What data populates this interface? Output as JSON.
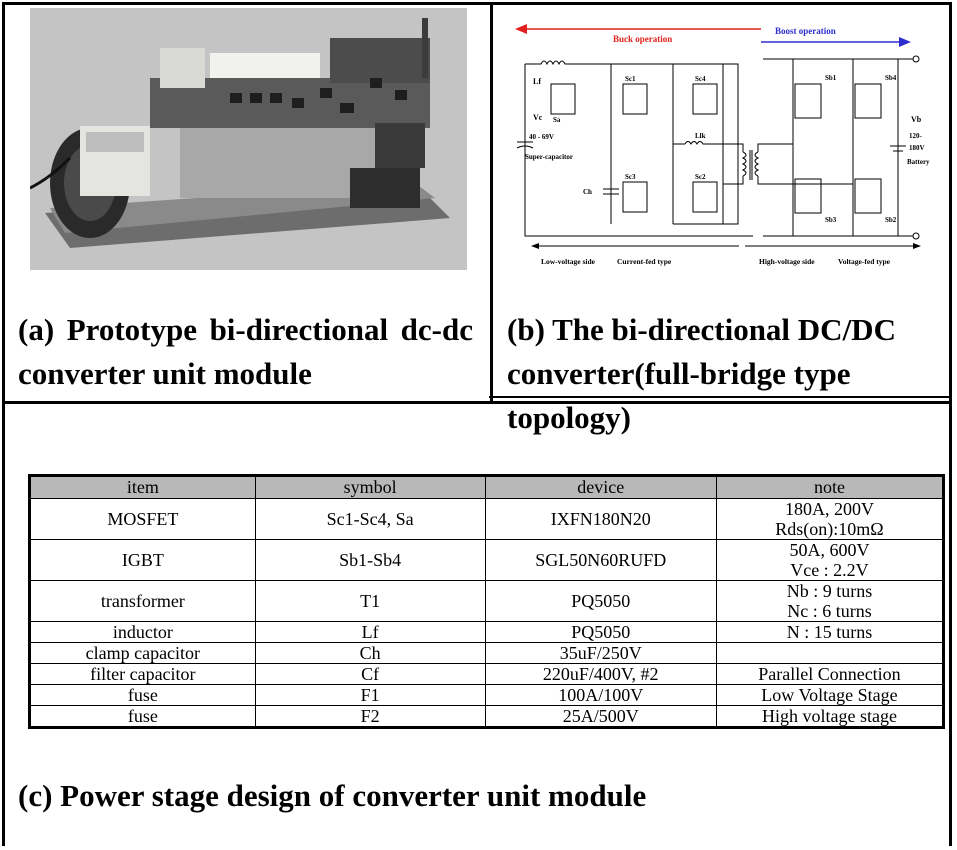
{
  "panel_a": {
    "caption": "(a) Prototype bi-directional dc-dc converter unit module"
  },
  "panel_b": {
    "caption_line1": "(b) The bi-directional DC/DC",
    "caption_line2": "converter(full-bridge type topology)",
    "diagram": {
      "buck_label": "Buck operation",
      "boost_label": "Boost operation",
      "buck_color": "#e0201c",
      "boost_color": "#2e2ed0",
      "lf": "Lf",
      "vc": "Vc",
      "vc_range": "40 - 69V",
      "supercap": "Super-capacitor",
      "ch": "Ch",
      "sa": "Sa",
      "sc1": "Sc1",
      "sc2": "Sc2",
      "sc3": "Sc3",
      "sc4": "Sc4",
      "llk": "Llk",
      "sb1": "Sb1",
      "sb2": "Sb2",
      "sb3": "Sb3",
      "sb4": "Sb4",
      "vb": "Vb",
      "vb_range1": "120-",
      "vb_range2": "180V",
      "battery": "Battery",
      "low_side": "Low-voltage side",
      "current_fed": "Current-fed type",
      "high_side": "High-voltage side",
      "voltage_fed": "Voltage-fed type"
    }
  },
  "panel_c": {
    "caption": "(c) Power stage design of converter unit module",
    "table": {
      "headers": [
        "item",
        "symbol",
        "device",
        "note"
      ],
      "rows": [
        [
          "MOSFET",
          "Sc1-Sc4, Sa",
          "IXFN180N20",
          "180A, 200V",
          "Rds(on):10mΩ"
        ],
        [
          "IGBT",
          "Sb1-Sb4",
          "SGL50N60RUFD",
          "50A, 600V",
          "Vce : 2.2V"
        ],
        [
          "transformer",
          "T1",
          "PQ5050",
          "Nb : 9 turns",
          "Nc : 6 turns"
        ],
        [
          "inductor",
          "Lf",
          "PQ5050",
          "N : 15 turns",
          ""
        ],
        [
          "clamp capacitor",
          "Ch",
          "35uF/250V",
          "",
          ""
        ],
        [
          "filter capacitor",
          "Cf",
          "220uF/400V, #2",
          "Parallel Connection",
          ""
        ],
        [
          "fuse",
          "F1",
          "100A/100V",
          "Low Voltage Stage",
          ""
        ],
        [
          "fuse",
          "F2",
          "25A/500V",
          "High voltage stage",
          ""
        ]
      ]
    }
  }
}
